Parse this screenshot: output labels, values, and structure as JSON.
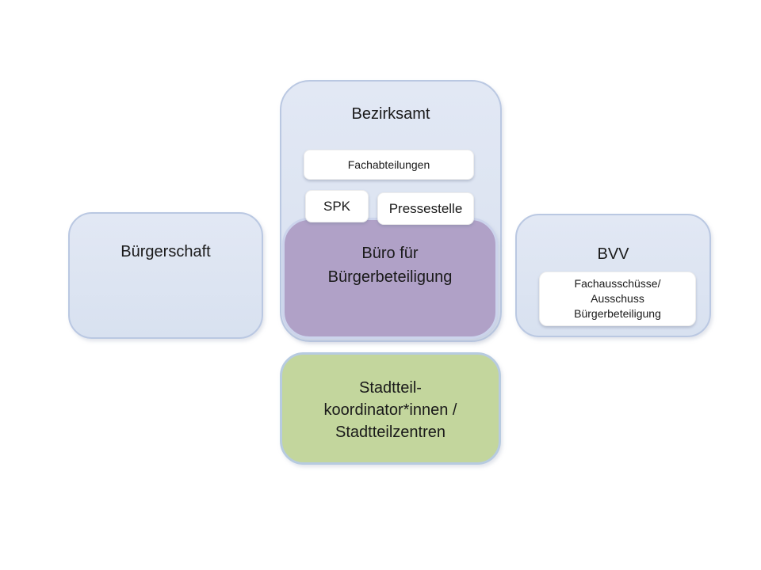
{
  "diagram": {
    "background_color": "#ffffff",
    "text_color": "#1a1a1a",
    "colors": {
      "light_blue_fill": "#dbe3f1",
      "light_blue_border": "#bac8e2",
      "purple_fill": "#b0a1c7",
      "purple_border": "#ccd4ec",
      "green_fill": "#c3d69d",
      "green_border": "#b7cbe0",
      "white_box_fill": "#ffffff"
    },
    "boxes": {
      "bezirksamt": {
        "label": "Bezirksamt"
      },
      "buergerschaft": {
        "label": "Bürgerschaft"
      },
      "bvv": {
        "label": "BVV"
      },
      "fachabteilungen": {
        "label": "Fachabteilungen"
      },
      "spk": {
        "label": "SPK"
      },
      "pressestelle": {
        "label": "Pressestelle"
      },
      "fachausschuesse": {
        "lines": [
          "Fachausschüsse/",
          "Ausschuss",
          "Bürgerbeteiligung"
        ]
      },
      "buero_fuer_buergerbeteiligung": {
        "lines": [
          "Büro für",
          "Bürgerbeteiligung"
        ]
      },
      "stadtteilkoordination": {
        "lines": [
          "Stadtteil-",
          "koordinator*innen /",
          "Stadtteilzentren"
        ]
      }
    }
  }
}
